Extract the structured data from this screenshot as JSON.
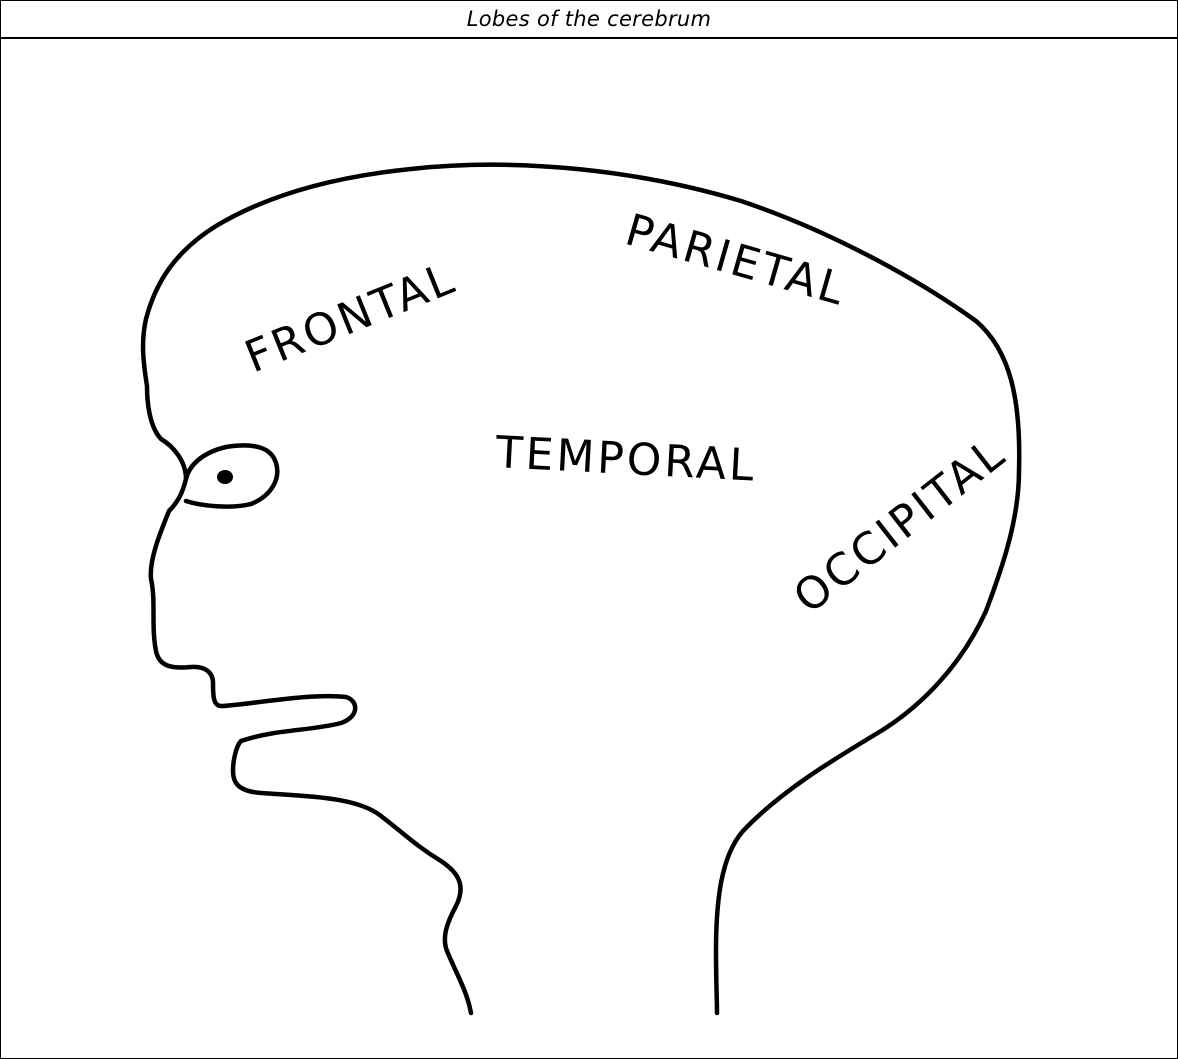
{
  "title": "Lobes of the cerebrum",
  "labels": {
    "frontal": "FRONTAL",
    "parietal": "PARIETAL",
    "temporal": "TEMPORAL",
    "occipital": "OCCIPITAL"
  },
  "colors": {
    "ink": "#000000",
    "background": "#ffffff"
  }
}
